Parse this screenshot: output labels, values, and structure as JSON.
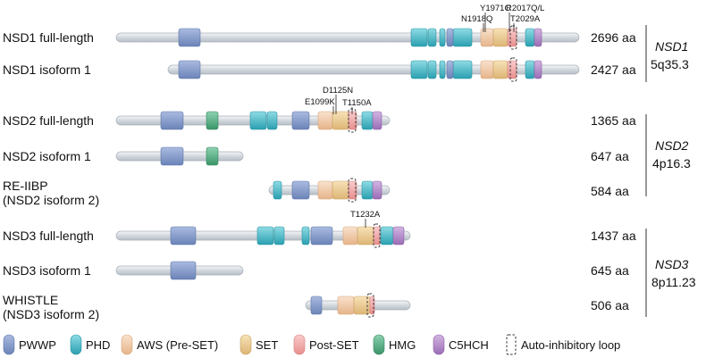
{
  "colors": {
    "backbone": "#d9dde2",
    "backbone_edge": "#aab0b8",
    "PWWP": "#7f97c9",
    "PHD": "#3fb6c6",
    "AWS": "#f0c8a4",
    "SET": "#edc98c",
    "PostSET": "#f2a6a6",
    "HMG": "#4fae82",
    "C5HCH": "#b48acb",
    "loop": "#333333"
  },
  "legend": [
    {
      "key": "PWWP",
      "label": "PWWP"
    },
    {
      "key": "PHD",
      "label": "PHD"
    },
    {
      "key": "AWS",
      "label": "AWS (Pre-SET)"
    },
    {
      "key": "SET",
      "label": "SET"
    },
    {
      "key": "PostSET",
      "label": "Post-SET"
    },
    {
      "key": "HMG",
      "label": "HMG"
    },
    {
      "key": "C5HCH",
      "label": "C5HCH"
    },
    {
      "key": "loop",
      "label": "Auto-inhibitory loop"
    }
  ],
  "proteins": [
    {
      "name": [
        "NSD1 full-length"
      ],
      "length": "2696 aa"
    },
    {
      "name": [
        "NSD1 isoform 1"
      ],
      "length": "2427 aa"
    },
    {
      "name": [
        "NSD2 full-length"
      ],
      "length": "1365 aa"
    },
    {
      "name": [
        "NSD2 isoform 1"
      ],
      "length": "647 aa"
    },
    {
      "name": [
        "RE-IIBP",
        "(NSD2 isoform 2)"
      ],
      "length": "584 aa"
    },
    {
      "name": [
        "NSD3 full-length"
      ],
      "length": "1437 aa"
    },
    {
      "name": [
        "NSD3 isoform 1"
      ],
      "length": "645 aa"
    },
    {
      "name": [
        "WHISTLE",
        "(NSD3 isoform 2)"
      ],
      "length": "506 aa"
    }
  ],
  "groups": [
    {
      "gene": "NSD1",
      "locus": "5q35.3"
    },
    {
      "gene": "NSD2",
      "locus": "4p16.3"
    },
    {
      "gene": "NSD3",
      "locus": "8p11.23"
    }
  ],
  "mutations": [
    "Y1971C",
    "R2017Q/L",
    "N1918Q",
    "T2029A",
    "D1125N",
    "E1099K",
    "T1150A",
    "T1232A"
  ]
}
